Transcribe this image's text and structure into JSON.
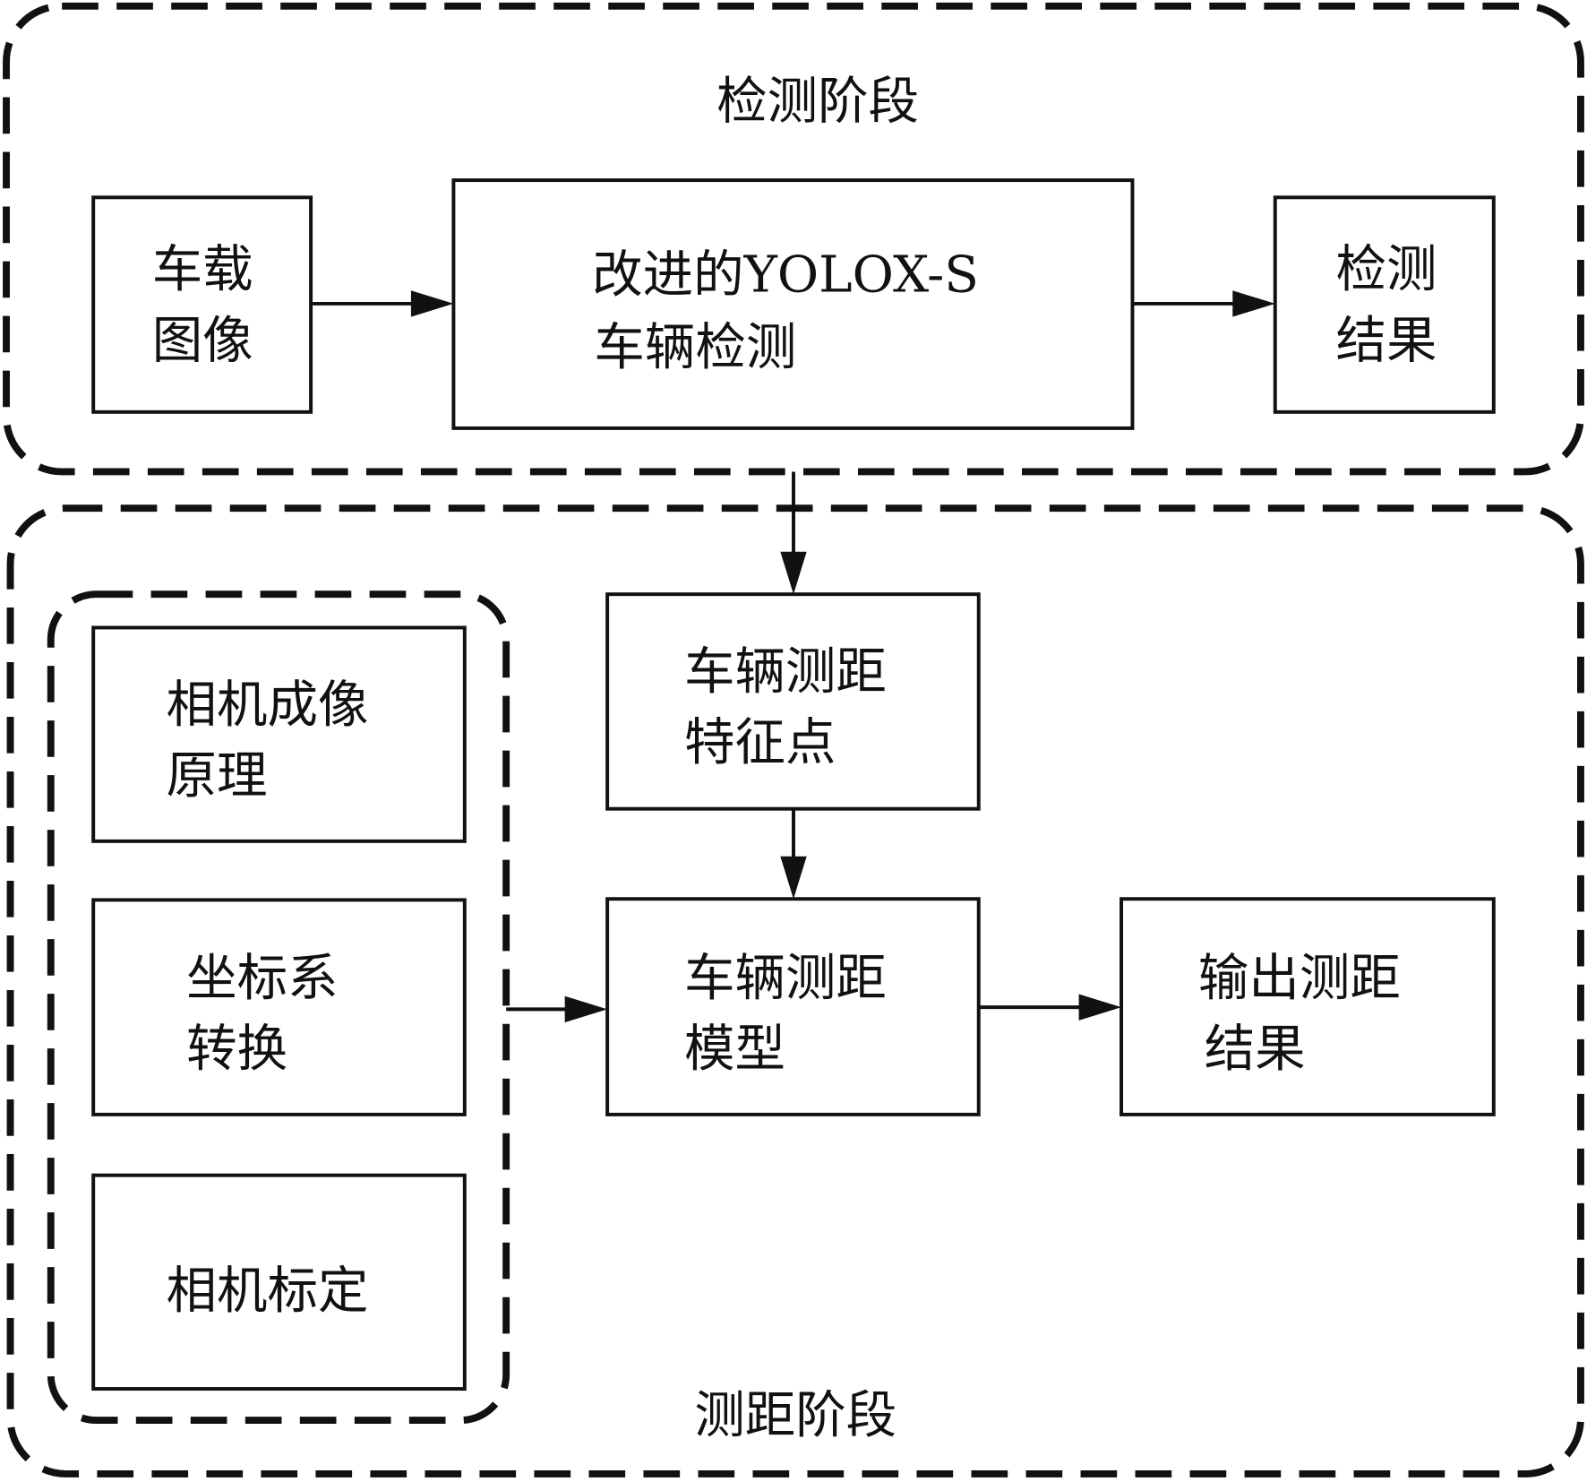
{
  "groups": {
    "detection_stage": "检测阶段",
    "ranging_stage": "测距阶段"
  },
  "nodes": {
    "vehicle_image": [
      "车载",
      "图像"
    ],
    "yolox": [
      "改进的YOLOX-S",
      "车辆检测"
    ],
    "detection_result": [
      "检测",
      "结果"
    ],
    "feature_points": [
      "车辆测距",
      "特征点"
    ],
    "ranging_model": [
      "车辆测距",
      "模型"
    ],
    "output_result": [
      "输出测距",
      "结果"
    ],
    "camera_imaging": [
      "相机成像",
      "原理"
    ],
    "coordinate_transform": [
      "坐标系",
      "转换"
    ],
    "camera_calibration": [
      "相机标定"
    ]
  },
  "edges": [
    [
      "vehicle_image",
      "yolox"
    ],
    [
      "yolox",
      "detection_result"
    ],
    [
      "detection_stage",
      "feature_points"
    ],
    [
      "feature_points",
      "ranging_model"
    ],
    [
      "camera_group",
      "ranging_model"
    ],
    [
      "ranging_model",
      "output_result"
    ]
  ]
}
